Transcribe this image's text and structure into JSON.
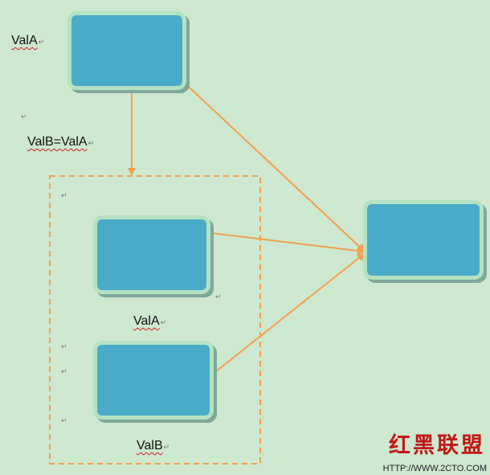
{
  "labels": {
    "top_vala": "ValA",
    "assign": "ValB=ValA",
    "inner_vala": "ValA",
    "inner_valb": "ValB"
  },
  "paragraph_mark": "↵",
  "watermark": {
    "brand": "红黑联盟",
    "url": "HTTP://WWW.2CTO.COM"
  },
  "colors": {
    "background": "#cde8cf",
    "box_fill": "#4aabc8",
    "box_border": "#b3e2c1",
    "arrow": "#f0a050",
    "dashed_frame": "#f0a050"
  }
}
